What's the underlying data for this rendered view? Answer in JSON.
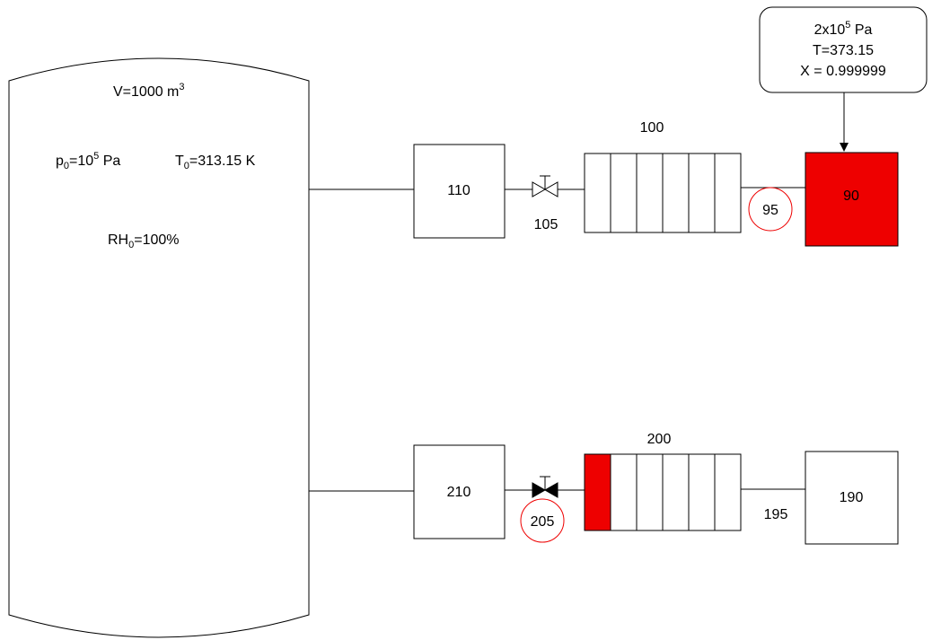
{
  "tank": {
    "volume_prefix": "V=1000 m",
    "volume_exp": "3",
    "pressure_p": "p",
    "pressure_sub": "0",
    "pressure_mid": "=10",
    "pressure_exp": "5",
    "pressure_unit": " Pa",
    "temp_t": "T",
    "temp_sub": "0",
    "temp_value": "=313.15 K",
    "rh_prefix": "RH",
    "rh_sub": "0",
    "rh_value": "=100%"
  },
  "source_box": {
    "line1_prefix": "2x10",
    "line1_exp": "5",
    "line1_unit": " Pa",
    "line2": "T=373.15",
    "line3": "X = 0.999999"
  },
  "upper_line": {
    "box_110": "110",
    "valve_105": "105",
    "pipe_100": "100",
    "circle_95": "95",
    "box_90": "90",
    "box_90_color": "#ee0000"
  },
  "lower_line": {
    "box_210": "210",
    "circle_205": "205",
    "pipe_200": "200",
    "pipe_200_first_cell_color": "#ee0000",
    "label_195": "195",
    "box_190": "190"
  },
  "colors": {
    "marker_circle": "#ee0000"
  }
}
